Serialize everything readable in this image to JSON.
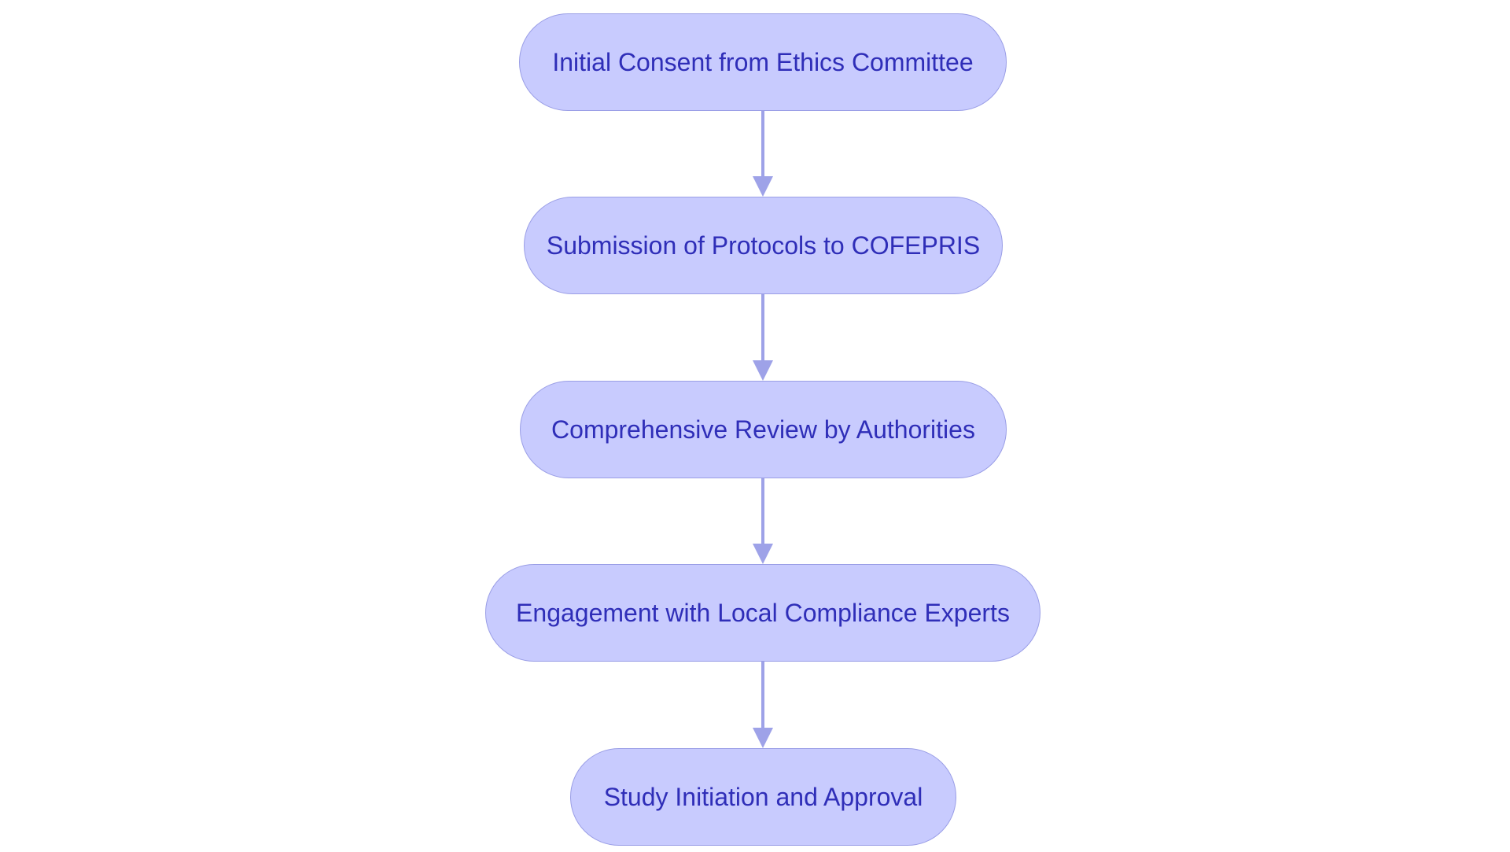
{
  "diagram": {
    "type": "flowchart",
    "direction": "top-to-bottom",
    "colors": {
      "node_fill": "#c8cbfe",
      "node_border": "#9a9ee6",
      "node_text": "#2f2eb8",
      "edge": "#9ea2e8"
    },
    "nodes": [
      {
        "id": "n1",
        "label": "Initial Consent from Ethics Committee"
      },
      {
        "id": "n2",
        "label": "Submission of Protocols to COFEPRIS"
      },
      {
        "id": "n3",
        "label": "Comprehensive Review by Authorities"
      },
      {
        "id": "n4",
        "label": "Engagement with Local Compliance Experts"
      },
      {
        "id": "n5",
        "label": "Study Initiation and Approval"
      }
    ],
    "edges": [
      {
        "from": "n1",
        "to": "n2"
      },
      {
        "from": "n2",
        "to": "n3"
      },
      {
        "from": "n3",
        "to": "n4"
      },
      {
        "from": "n4",
        "to": "n5"
      }
    ]
  }
}
